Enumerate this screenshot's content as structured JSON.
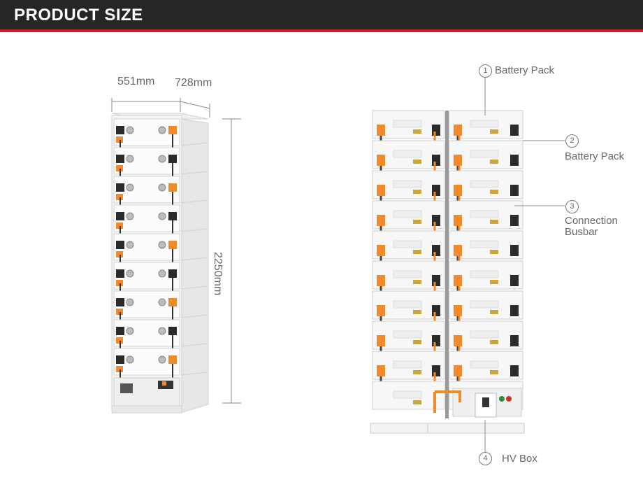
{
  "header": {
    "title": "PRODUCT SIZE",
    "accent_color": "#c8202a",
    "bg_color": "#262626"
  },
  "dimensions": {
    "width": "551mm",
    "depth": "728mm",
    "height": "2250mm"
  },
  "callouts": [
    {
      "number": "1",
      "label": "Battery Pack"
    },
    {
      "number": "2",
      "label": "Battery Pack"
    },
    {
      "number": "3",
      "label_line1": "Connection",
      "label_line2": "Busbar"
    },
    {
      "number": "4",
      "label": "HV Box"
    }
  ],
  "rack": {
    "module_count": 10,
    "stack_columns": 2,
    "cable_color": "#f08a2a"
  }
}
